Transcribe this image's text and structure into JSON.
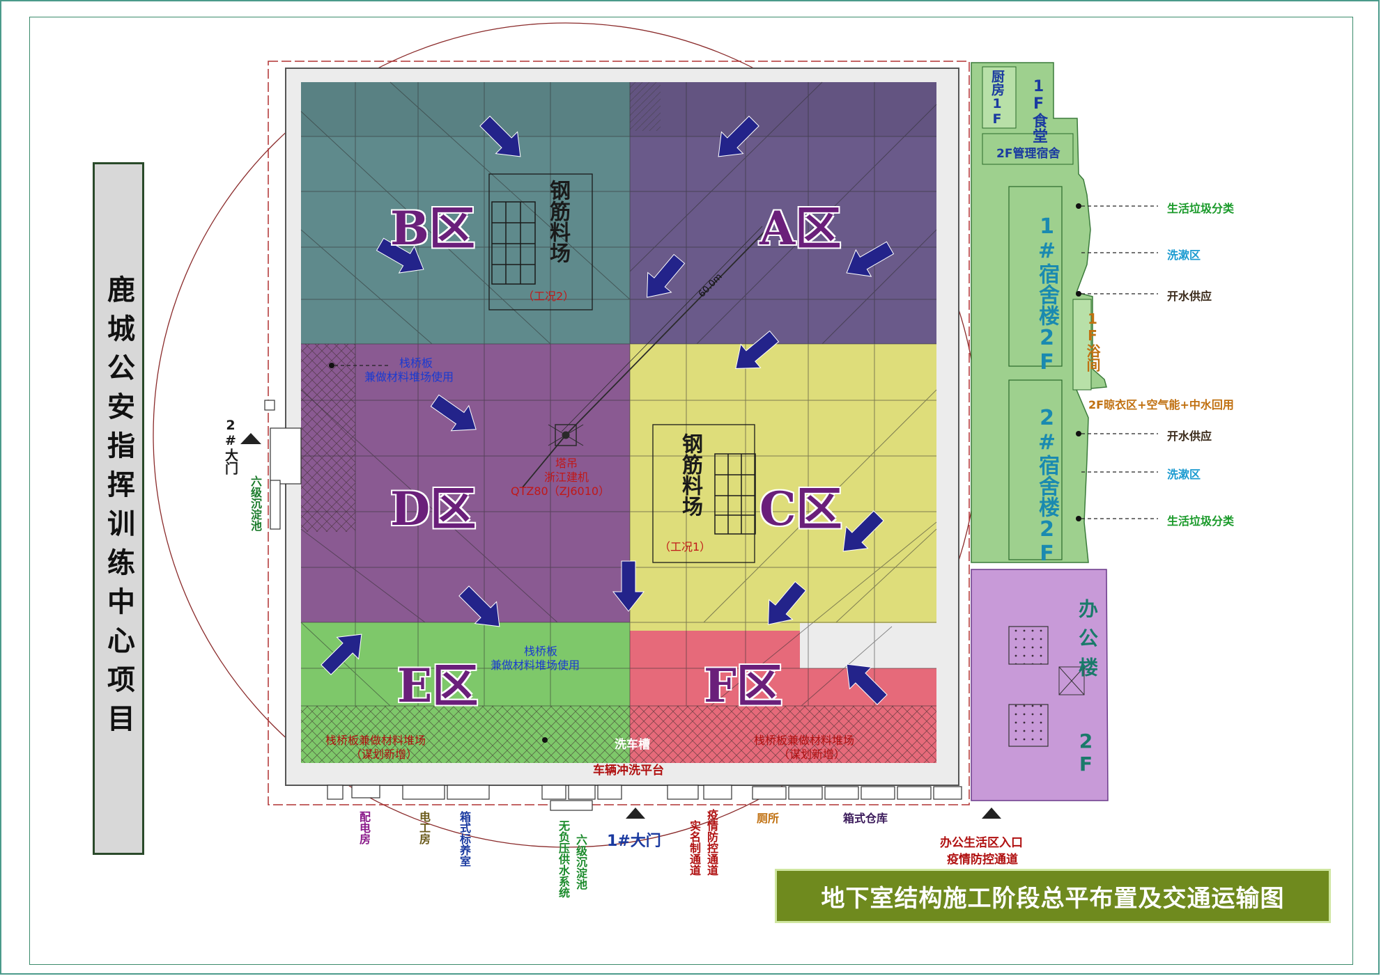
{
  "title_vertical": "鹿城公安指挥训练中心项目",
  "bottom_title": "地下室结构施工阶段总平布置及交通运输图",
  "zones": {
    "a": "A区",
    "b": "B区",
    "c": "C区",
    "d": "D区",
    "e": "E区",
    "f": "F区"
  },
  "rebar_yard_1": {
    "name": "钢筋料场",
    "note": "（工况1）"
  },
  "rebar_yard_2": {
    "name": "钢筋料场",
    "note": "（工况2）"
  },
  "crane": {
    "line1": "塔吊",
    "line2": "浙江建机",
    "line3": "QTZ80（ZJ6010）",
    "radius": "60.0m"
  },
  "trestle_left": {
    "line1": "栈桥板",
    "line2": "兼做材料堆场使用"
  },
  "trestle_center": {
    "line1": "栈桥板",
    "line2": "兼做材料堆场使用"
  },
  "trestle_bottom_left": {
    "line1": "栈桥板兼做材料堆场",
    "line2": "（谋划新增）"
  },
  "trestle_bottom_right": {
    "line1": "栈桥板兼做材料堆场",
    "line2": "（谋划新增）"
  },
  "car_wash": {
    "line1": "洗车槽",
    "line2": "车辆冲洗平台"
  },
  "gate2": "2#大门",
  "sediment_left": "六级沉淀池",
  "gate1": "1#大门",
  "bottom_labels": {
    "power_room": "配电房",
    "electric_room": "电工房",
    "curing_room": "箱式标养室",
    "water_supply": "无负压供水系统",
    "sediment": "六级沉淀池",
    "realname": "实名制通道",
    "epidemic": "疫情防控通道",
    "toilet": "厕所",
    "warehouse": "箱式仓库"
  },
  "office_entrance": {
    "line1": "办公生活区入口",
    "line2": "疫情防控通道"
  },
  "right_area": {
    "kitchen": "厨房1F",
    "canteen": "1F食堂",
    "mgmt_dorm": "2F管理宿舍",
    "dorm1": "1#宿舍楼2F",
    "dorm2": "2#宿舍楼2F",
    "bath": "1F浴间",
    "office": "办公楼",
    "office_floor": "2F"
  },
  "right_callouts": {
    "garbage_top": "生活垃圾分类",
    "wash_top": "洗漱区",
    "water_top": "开水供应",
    "drying": "2F晾衣区+空气能+中水回用",
    "water_bottom": "开水供应",
    "wash_bottom": "洗漱区",
    "garbage_bottom": "生活垃圾分类"
  },
  "colors": {
    "zone_b": "#5f8a8c",
    "zone_a": "#6a5a8a",
    "zone_d": "#8a5a92",
    "zone_c": "#dedd7a",
    "zone_e": "#7ec86a",
    "zone_f": "#e66a7a",
    "life_area": "#9ed08e",
    "office_area": "#c89ad8",
    "arrow": "#23238a",
    "title_bar": "#6f8a1e"
  }
}
